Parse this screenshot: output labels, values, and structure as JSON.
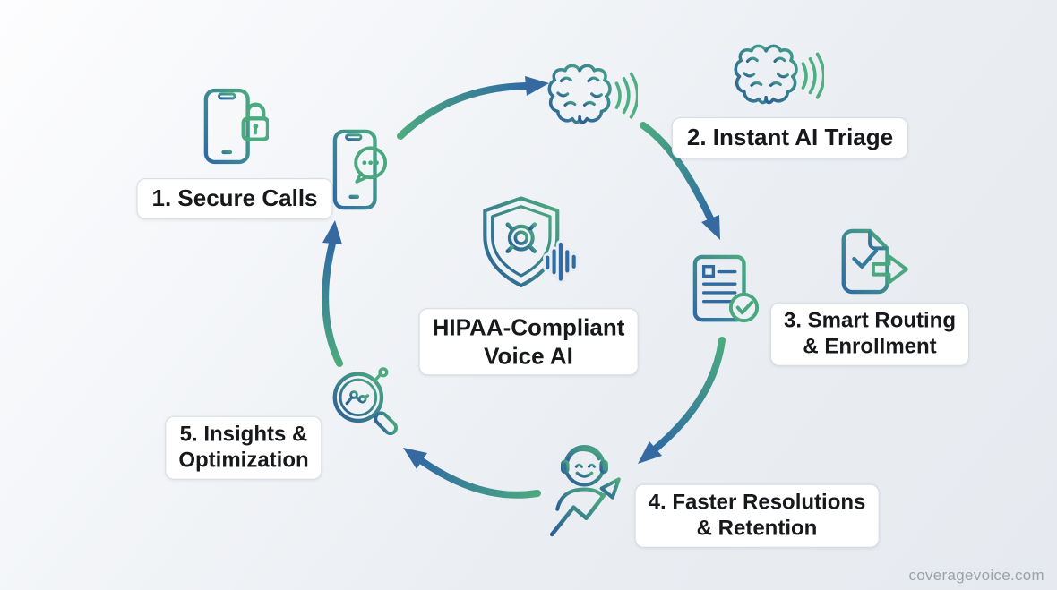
{
  "center": {
    "icon": "shield-gear-voicewave",
    "line1": "HIPAA-Compliant",
    "line2": "Voice AI"
  },
  "steps": {
    "s1": {
      "label": "1. Secure Calls",
      "label_icon": "smartphone-lock",
      "node_icon": "smartphone-chat"
    },
    "s2": {
      "label": "2. Instant AI Triage",
      "label_icon": "brain-voicewave",
      "node_icon": "brain-voicewave"
    },
    "s3": {
      "line1": "3. Smart Routing",
      "line2": "& Enrollment",
      "label_icon": "document-check-arrow",
      "node_icon": "form-checkmark"
    },
    "s4": {
      "line1": "4. Faster Resolutions",
      "line2": "& Retention",
      "node_icon": "agent-growth-arrow"
    },
    "s5": {
      "line1": "5. Insights &",
      "line2": "Optimization",
      "node_icon": "magnifier-analytics"
    }
  },
  "flow": {
    "type": "circular-cycle",
    "arrow_count": 5,
    "direction": "clockwise"
  },
  "watermark": "coveragevoice.com",
  "colors": {
    "accent_green": "#4caa7f",
    "accent_blue": "#2f6aa3",
    "arrowhead_blue": "#35699f",
    "label_text": "#17181b",
    "label_border": "#d7dce2",
    "label_background": "#ffffff",
    "watermark_text": "#9aa2ab",
    "background_light": "#fdfdfe",
    "background_dark": "#e6eaf0"
  }
}
